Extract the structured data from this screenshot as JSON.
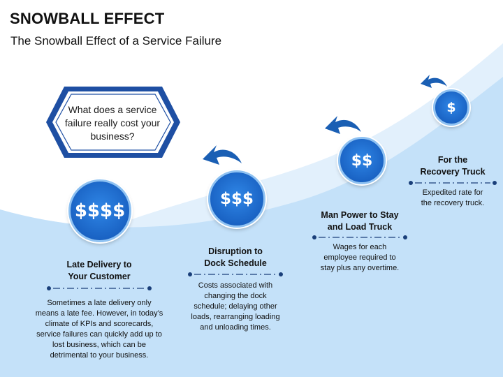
{
  "title": "SNOWBALL EFFECT",
  "subtitle": "The Snowball Effect of a Service Failure",
  "question": "What does a service failure really cost your business?",
  "colors": {
    "coin": "#1a63c4",
    "arrow": "#1a5fb4",
    "hill_light": "#d6ebfb",
    "hill_main": "#b8dcf8",
    "hexagon": "#1e4fa3"
  },
  "stages": [
    {
      "symbol": "$$$$",
      "title": "Late Delivery to Your Customer",
      "title_lines": [
        "Late Delivery to",
        "Your Customer"
      ],
      "desc_lines": [
        "Sometimes a late delivery only",
        "means a late fee. However, in today’s",
        "climate of KPIs and scorecards,",
        "service failures can quickly add up to",
        "lost business, which can be",
        "detrimental to your business."
      ]
    },
    {
      "symbol": "$$$",
      "title": "Disruption to Dock Schedule",
      "title_lines": [
        "Disruption to",
        "Dock Schedule"
      ],
      "desc_lines": [
        "Costs associated with",
        "changing the dock",
        "schedule; delaying other",
        "loads, rearranging loading",
        "and unloading times."
      ]
    },
    {
      "symbol": "$$",
      "title": "Man Power to Stay and Load Truck",
      "title_lines": [
        "Man Power to Stay",
        "and Load Truck"
      ],
      "desc_lines": [
        "Wages for each",
        "employee required to",
        "stay plus any overtime."
      ]
    },
    {
      "symbol": "$",
      "title": "For the Recovery Truck",
      "title_lines": [
        "For the",
        "Recovery Truck"
      ],
      "desc_lines": [
        "Expedited rate for",
        "the recovery truck."
      ]
    }
  ]
}
